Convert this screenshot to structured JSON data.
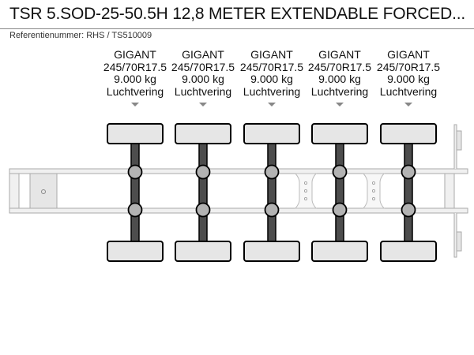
{
  "header": {
    "title": "TSR 5.SOD-25-50.5H 12,8 METER EXTENDABLE FORCED...",
    "reference": "Referentienummer: RHS / TS510009"
  },
  "axles": [
    {
      "brand": "GIGANT",
      "tire": "245/70R17.5",
      "load": "9.000 kg",
      "suspension": "Luchtvering"
    },
    {
      "brand": "GIGANT",
      "tire": "245/70R17.5",
      "load": "9.000 kg",
      "suspension": "Luchtvering"
    },
    {
      "brand": "GIGANT",
      "tire": "245/70R17.5",
      "load": "9.000 kg",
      "suspension": "Luchtvering"
    },
    {
      "brand": "GIGANT",
      "tire": "245/70R17.5",
      "load": "9.000 kg",
      "suspension": "Luchtvering"
    },
    {
      "brand": "GIGANT",
      "tire": "245/70R17.5",
      "load": "9.000 kg",
      "suspension": "Luchtvering"
    }
  ],
  "colors": {
    "axle": "#4d4d4d",
    "tire": "#e6e6e6",
    "hub": "#b3b3b3",
    "frame": "#f0f0f0"
  }
}
